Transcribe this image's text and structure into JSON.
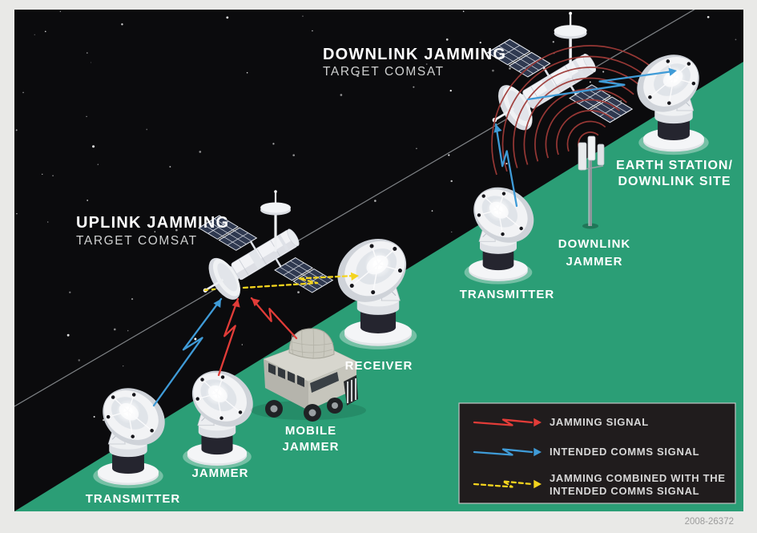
{
  "headings": {
    "uplink": {
      "title": "UPLINK JAMMING",
      "subtitle": "TARGET COMSAT"
    },
    "downlink": {
      "title": "DOWNLINK JAMMING",
      "subtitle": "TARGET COMSAT"
    }
  },
  "site_labels": {
    "transmitter_left": "TRANSMITTER",
    "jammer": "JAMMER",
    "mobile_jammer_lines": [
      "MOBILE",
      "JAMMER"
    ],
    "receiver": "RECEIVER",
    "transmitter_right": "TRANSMITTER",
    "downlink_jammer_lines": [
      "DOWNLINK",
      "JAMMER"
    ],
    "earth_station_lines": [
      "EARTH STATION/",
      "DOWNLINK SITE"
    ]
  },
  "legend": {
    "items": [
      {
        "id": "jamming",
        "label_lines": [
          "JAMMING SIGNAL"
        ],
        "color": "#e23c38",
        "dash": false
      },
      {
        "id": "intended",
        "label_lines": [
          "INTENDED COMMS SIGNAL"
        ],
        "color": "#3f9bd7",
        "dash": false
      },
      {
        "id": "combined",
        "label_lines": [
          "JAMMING COMBINED WITH THE",
          "INTENDED COMMS SIGNAL"
        ],
        "color": "#f4d41e",
        "dash": true
      }
    ]
  },
  "figure_number": "2008-26372",
  "colors": {
    "margin": "#e9e9e7",
    "space": "#0b0b0d",
    "ground": "#2b9e76",
    "jam_red": "#e23c38",
    "arc_red": "#9e3a37",
    "comms_blue": "#3f9bd7",
    "combined_yellow": "#f4d41e",
    "legend_bg": "#201c1d",
    "orbit_line": "#8b8f93"
  }
}
